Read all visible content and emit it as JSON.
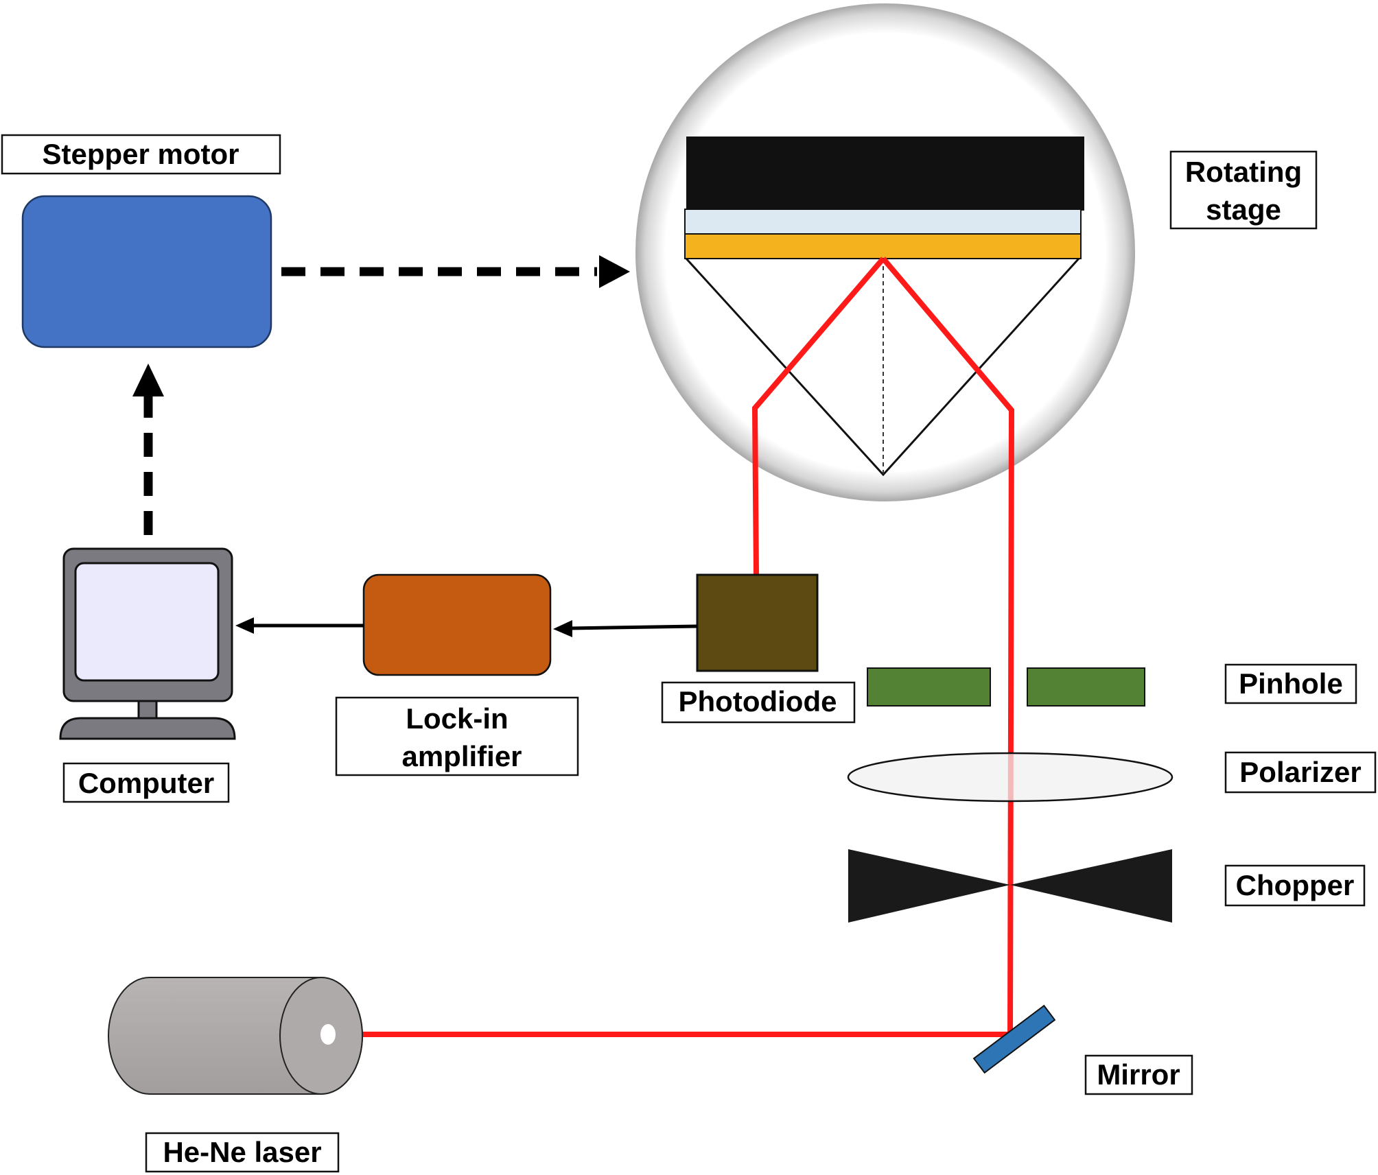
{
  "labels": {
    "stepper_motor": "Stepper motor",
    "rotating_stage_line1": "Rotating",
    "rotating_stage_line2": "stage",
    "computer": "Computer",
    "lockin_line1": "Lock-in",
    "lockin_line2": "amplifier",
    "photodiode": "Photodiode",
    "pinhole": "Pinhole",
    "polarizer": "Polarizer",
    "chopper": "Chopper",
    "mirror": "Mirror",
    "laser": "He-Ne laser"
  },
  "colors": {
    "laser_beam": "#ff1a1a",
    "stepper_motor": "#4472c4",
    "lockin_amplifier": "#c55a11",
    "photodiode": "#5c4a12",
    "pinhole": "#548235",
    "mirror": "#2e75b6",
    "gold_film": "#f5b21f",
    "glass_slide": "#dce9f3",
    "sample_block": "#111111",
    "laser_body": "#aeaaaa",
    "monitor_screen": "#ebeafd",
    "computer_frame": "#7a7a80",
    "chopper": "#1a1a1a",
    "polarizer": "#f0f0f0"
  }
}
